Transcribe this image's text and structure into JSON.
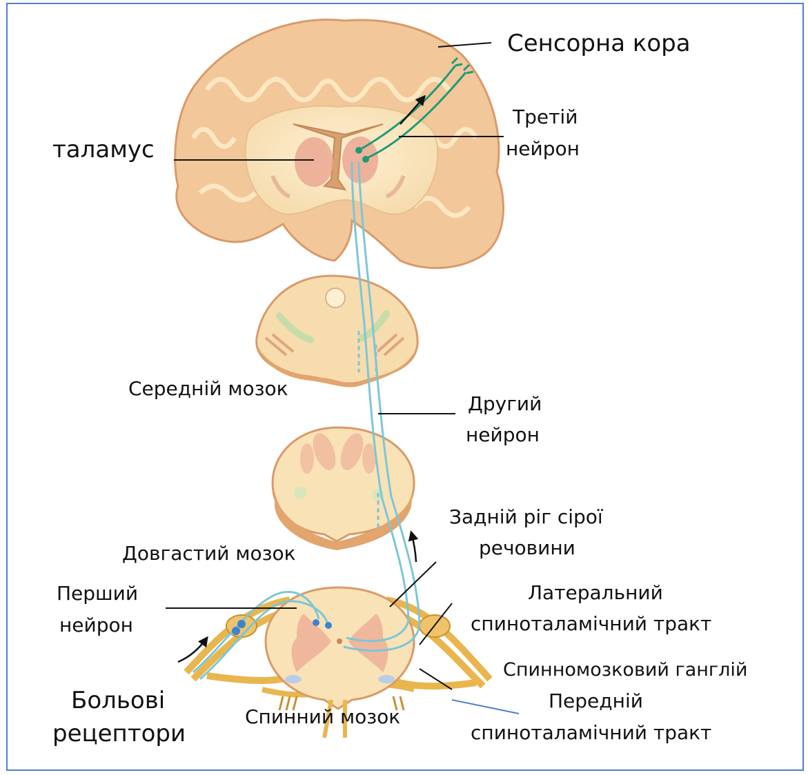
{
  "labels": {
    "sensory_cortex": "Сенсорна кора",
    "third_neuron_1": "Третій",
    "third_neuron_2": "нейрон",
    "thalamus": "таламус",
    "midbrain": "Середній мозок",
    "second_neuron_1": "Другий",
    "second_neuron_2": "нейрон",
    "dorsal_horn_1": "Задній ріг сірої",
    "dorsal_horn_2": "речовини",
    "medulla": "Довгастий мозок",
    "first_neuron_1": "Перший",
    "first_neuron_2": "нейрон",
    "lateral_tract_1": "Латеральний",
    "lateral_tract_2": "спиноталамічний тракт",
    "spinal_ganglion": "Спинномозковий ганглій",
    "pain_receptors_1": "Больові",
    "pain_receptors_2": "рецептори",
    "spinal_cord": "Спинний мозок",
    "anterior_tract_1": "Передній",
    "anterior_tract_2": "спиноталамічний тракт"
  },
  "colors": {
    "frame": "#4f7fcf",
    "tissue": "#f2c79a",
    "tissue_dark": "#d99a6a",
    "white_matter": "#fbe8c2",
    "nucleus": "#eba893",
    "pathway": "#7cc6d8",
    "third_neuron": "#1f9a78",
    "first_neuron": "#3d83d0",
    "nerve": "#e9b64e"
  }
}
